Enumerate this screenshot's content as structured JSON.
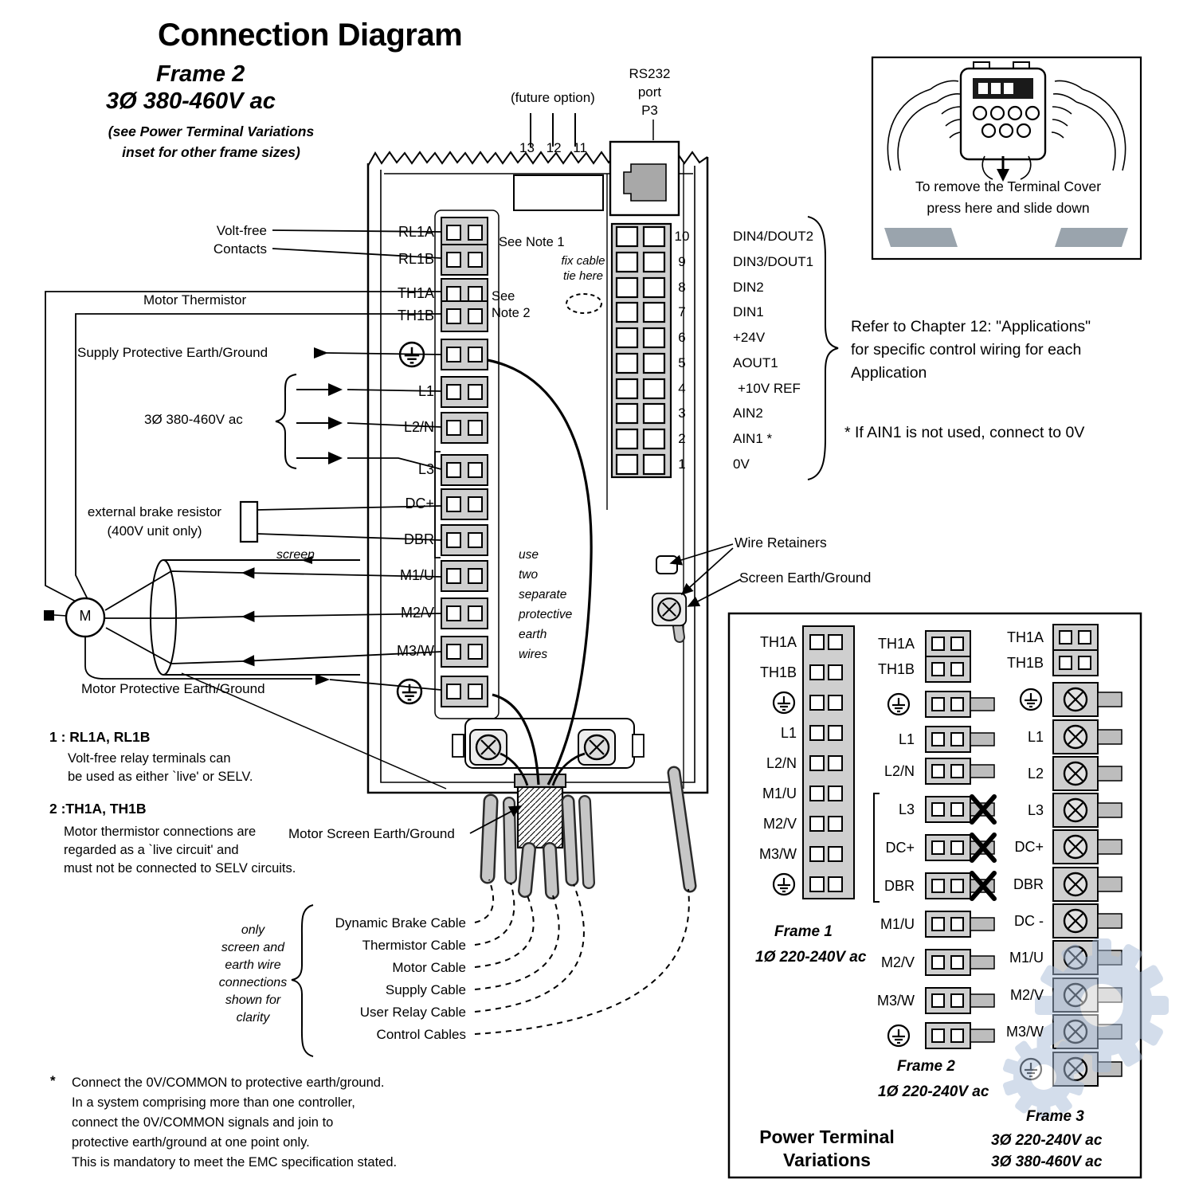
{
  "header": {
    "title": "Connection Diagram",
    "frame": "Frame 2",
    "voltage": "3Ø 380-460V ac",
    "note": "(see Power Terminal Variations\ninset for other frame sizes)"
  },
  "left": {
    "volt_free": "Volt-free",
    "contacts": "Contacts",
    "motor_thermistor": "Motor Thermistor",
    "supply_earth": "Supply Protective Earth/Ground",
    "supply_voltage": "3Ø 380-460V ac",
    "brake_resistor": "external brake resistor\n(400V unit only)",
    "screen_label": "screen",
    "motor_label": "M",
    "motor_earth": "Motor Protective Earth/Ground"
  },
  "drive": {
    "future_option": "(future option)",
    "future_pins": "13 12 11",
    "rs232_label": "RS232\nport\nP3",
    "see_note_1": "See Note 1",
    "see_note_2": "See\nNote 2",
    "fix_cable_tie": "fix cable\ntie here",
    "earth_wires_note": "use\ntwo\nseparate\nprotective\nearth\nwires",
    "power_terminals": [
      "RL1A",
      "RL1B",
      "TH1A",
      "TH1B",
      "L1",
      "L2/N",
      "L3",
      "DC+",
      "DBR",
      "M1/U",
      "M2/V",
      "M3/W"
    ],
    "control_numbers": [
      "10",
      "9",
      "8",
      "7",
      "6",
      "5",
      "4",
      "3",
      "2",
      "1"
    ],
    "control_labels": [
      "DIN4/DOUT2",
      "DIN3/DOUT1",
      "DIN2",
      "DIN1",
      "+24V",
      "AOUT1",
      "+10V REF",
      "AIN2",
      "AIN1 *",
      "0V"
    ]
  },
  "right": {
    "cover_note": "To remove the Terminal Cover\npress here and slide down",
    "chapter_note": "Refer to Chapter 12: \"Applications\"\nfor specific control wiring for each\nApplication",
    "ain1_note": "*  If AIN1 is not used, connect to 0V",
    "wire_retainers": "Wire Retainers",
    "screen_earth": "Screen Earth/Ground"
  },
  "notes": {
    "note1_title": "1 : RL1A, RL1B",
    "note1_body": "Volt-free relay terminals can\nbe used as either `live' or SELV.",
    "note2_title": "2 :TH1A, TH1B",
    "note2_body": "Motor thermistor connections are\nregarded as a `live circuit' and\nmust not be connected to SELV circuits.",
    "footnote_star": "*",
    "footnote_body": "Connect the 0V/COMMON to protective earth/ground.\nIn a system comprising more than one controller,\nconnect the 0V/COMMON signals and join to\nprotective earth/ground at one point only.\nThis is mandatory to meet the EMC specification stated."
  },
  "cables": {
    "clarity_note": "only\nscreen and\nearth wire\nconnections\nshown for\nclarity",
    "motor_screen_earth": "Motor Screen Earth/Ground",
    "labels": [
      "Dynamic Brake Cable",
      "Thermistor Cable",
      "Motor Cable",
      "Supply Cable",
      "User Relay Cable",
      "Control Cables"
    ]
  },
  "variations": {
    "title": "Power Terminal\nVariations",
    "frame1": {
      "name": "Frame 1",
      "voltage": "1Ø 220-240V ac",
      "terminals": [
        "TH1A",
        "TH1B",
        "L1",
        "L2/N",
        "M1/U",
        "M2/V",
        "M3/W"
      ]
    },
    "frame2": {
      "name": "Frame 2",
      "voltage": "1Ø 220-240V ac",
      "terminals": [
        "TH1A",
        "TH1B",
        "L1",
        "L2/N",
        "L3",
        "DC+",
        "DBR",
        "M1/U",
        "M2/V",
        "M3/W"
      ]
    },
    "frame3": {
      "name": "Frame 3",
      "voltage_1": "3Ø 220-240V ac",
      "voltage_2": "3Ø 380-460V ac",
      "terminals": [
        "TH1A",
        "TH1B",
        "L1",
        "L2",
        "L3",
        "DC+",
        "DBR",
        "DC -",
        "M1/U",
        "M2/V",
        "M3/W"
      ]
    }
  }
}
